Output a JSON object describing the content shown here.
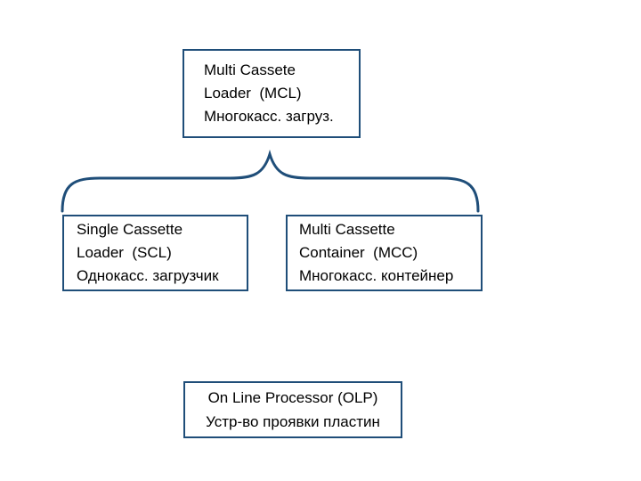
{
  "colors": {
    "line": "#1F4E79",
    "text": "#000000",
    "background": "#FFFFFF"
  },
  "diagram": {
    "boxes": {
      "mcl": {
        "id": "MCL",
        "lines": [
          "Multi Cassete",
          "Loader  (MCL)",
          "Многокасс. загруз."
        ]
      },
      "scl": {
        "id": "SCL",
        "lines": [
          "Single Cassette",
          "Loader  (SCL)",
          "Однокасс. загрузчик"
        ]
      },
      "mcc": {
        "id": "MCC",
        "lines": [
          "Multi Cassette",
          "Container  (MCC)",
          "Многокасс. контейнер"
        ]
      },
      "olp": {
        "id": "OLP",
        "lines": [
          "On Line Processor (OLP)",
          "Устр-во проявки пластин"
        ]
      }
    },
    "connector": {
      "type": "curly-brace",
      "points_up_to": "MCL",
      "spans_over": [
        "SCL",
        "MCC"
      ]
    }
  }
}
